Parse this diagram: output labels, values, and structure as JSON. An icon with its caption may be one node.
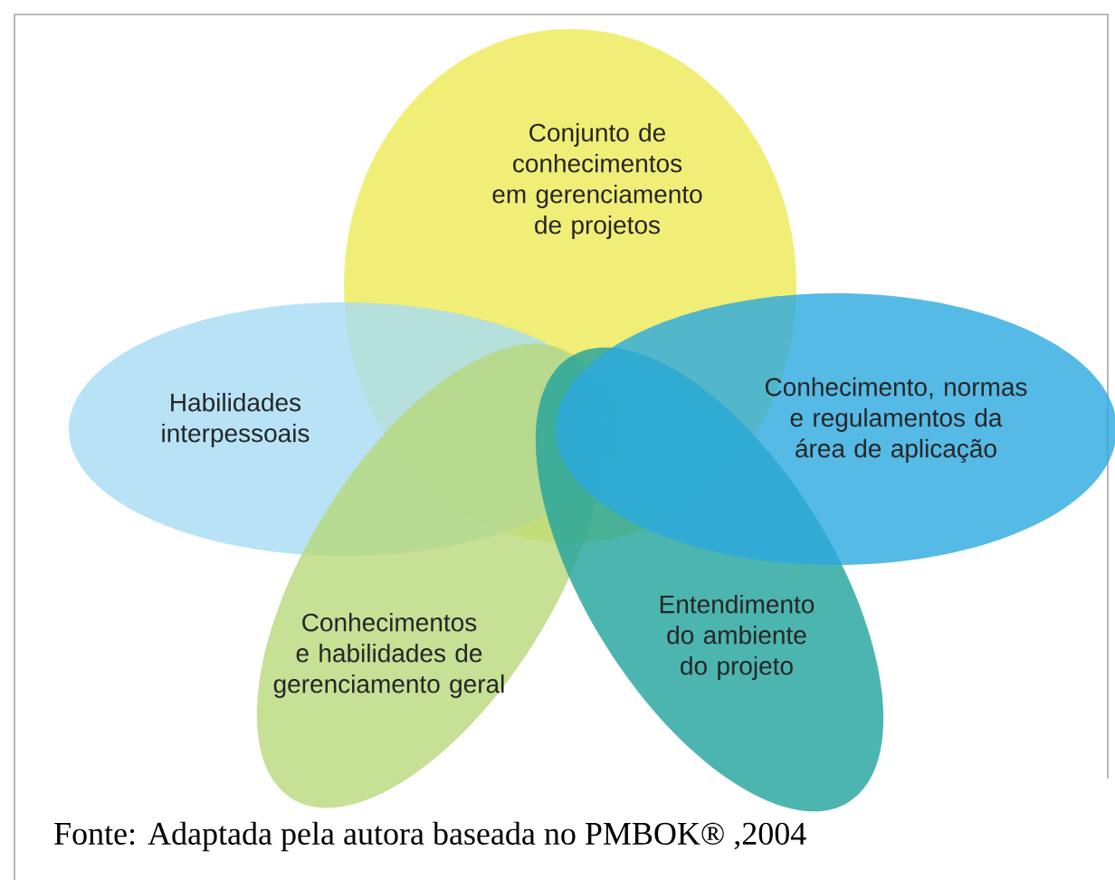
{
  "diagram": {
    "caption": "Fonte: Adaptada pela autora baseada no PMBOK® ,2004",
    "nodes": [
      {
        "text": [
          "Conjunto de conhecimentos em gerenciamento de projetos"
        ]
      },
      {
        "text": [
          "Habilidades interpessoais"
        ]
      },
      {
        "text": [
          "Conhecimento, normas e regulamentos da área de aplicação"
        ]
      },
      {
        "text": [
          "Conhecimentos e habilidades de gerenciamento geral"
        ]
      },
      {
        "text": [
          "Entendimento do ambiente do projeto"
        ]
      }
    ]
  }
}
